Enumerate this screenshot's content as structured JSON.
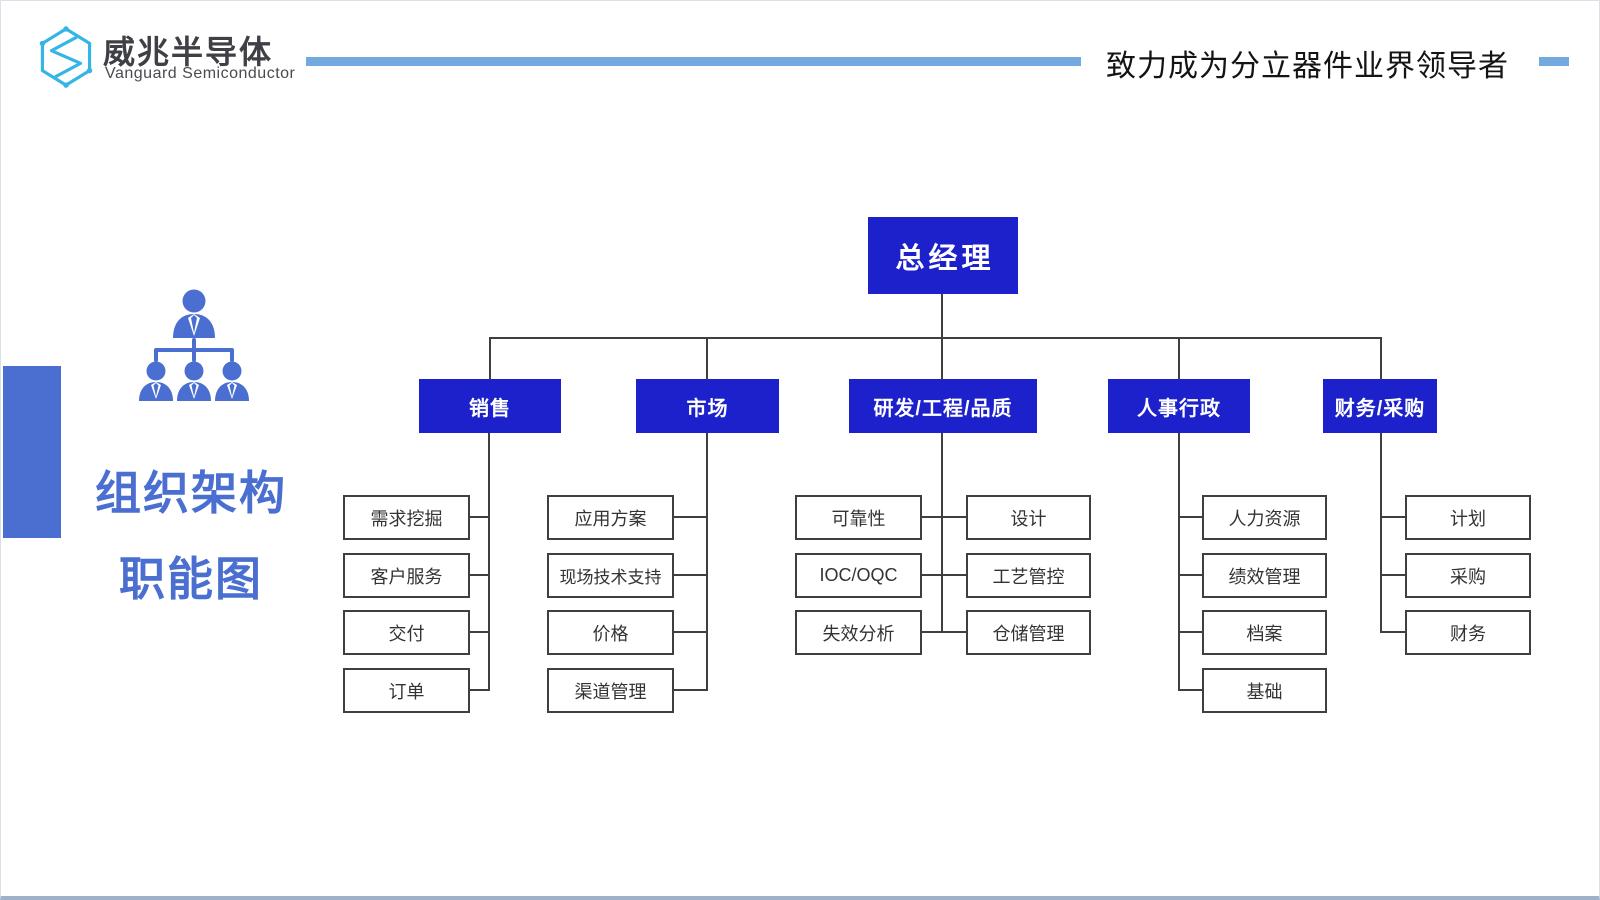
{
  "header": {
    "company_cn": "威兆半导体",
    "company_en": "Vanguard Semiconductor",
    "slogan": "致力成为分立器件业界领导者"
  },
  "sidebar": {
    "title_line1": "组织架构",
    "title_line2": "职能图"
  },
  "org": {
    "root_label": "总经理",
    "branches": [
      {
        "label": "销售",
        "children": [
          "需求挖掘",
          "客户服务",
          "交付",
          "订单"
        ]
      },
      {
        "label": "市场",
        "children": [
          "应用方案",
          "现场技术支持",
          "价格",
          "渠道管理"
        ]
      },
      {
        "label": "研发/工程/品质",
        "children_left": [
          "可靠性",
          "IOC/OQC",
          "失效分析"
        ],
        "children_right": [
          "设计",
          "工艺管控",
          "仓储管理"
        ]
      },
      {
        "label": "人事行政",
        "children": [
          "人力资源",
          "绩效管理",
          "档案",
          "基础"
        ]
      },
      {
        "label": "财务/采购",
        "children": [
          "计划",
          "采购",
          "财务"
        ]
      }
    ]
  },
  "icons": {
    "logo": "hexagon-s-logo-icon",
    "left_panel": "org-hierarchy-people-icon"
  },
  "colors": {
    "node_blue": "#1c21cb",
    "accent_blue": "#4a6fd0",
    "header_line_blue": "#74a9df",
    "logo_cyan": "#35b5e5",
    "connector_gray": "#3f3f3f"
  }
}
